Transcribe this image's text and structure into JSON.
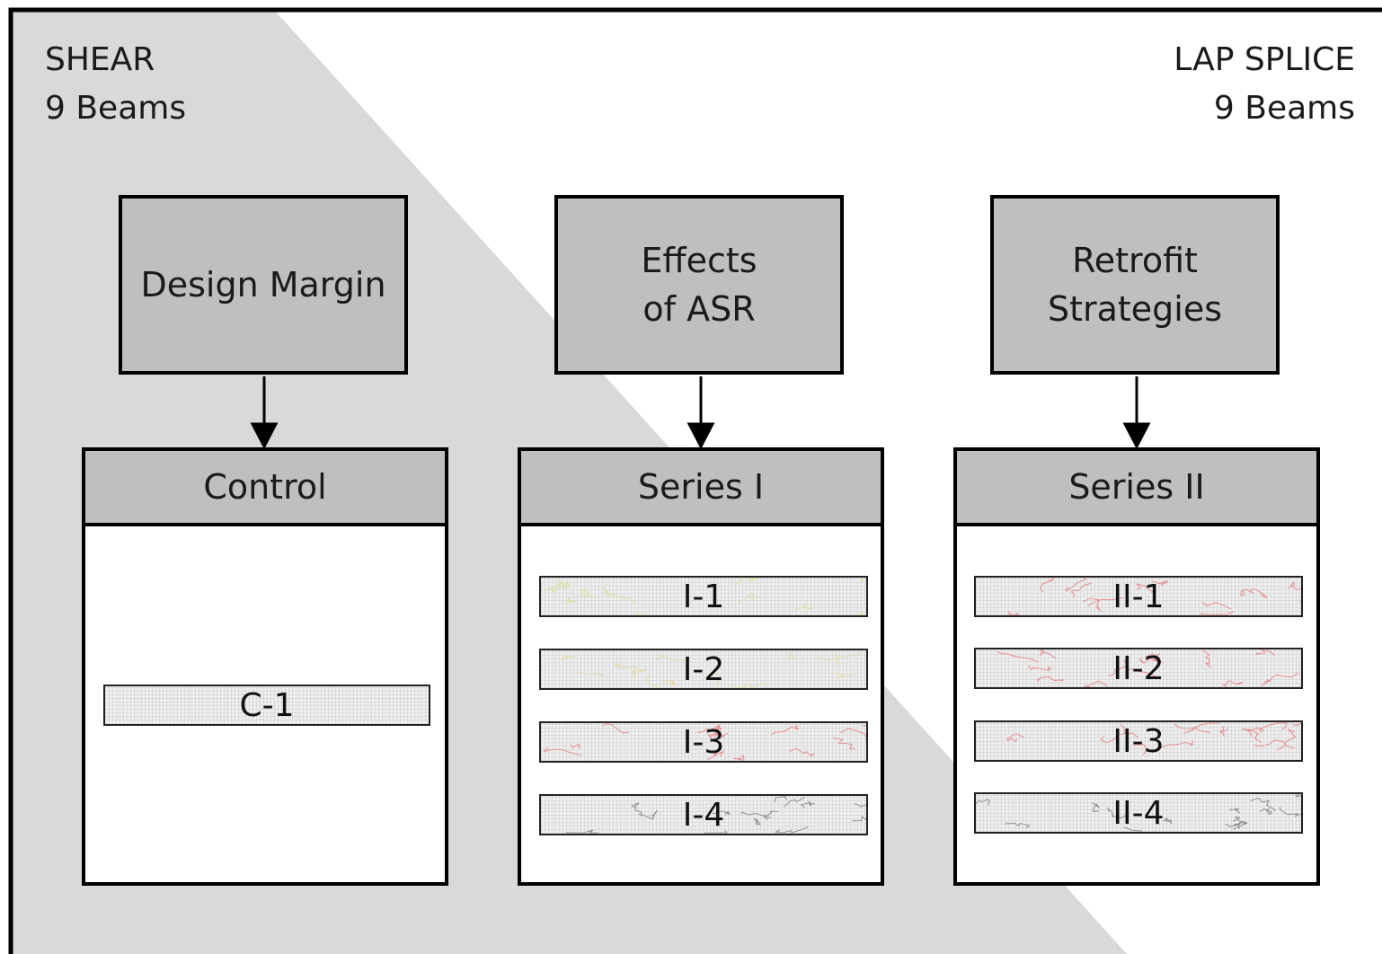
{
  "regions": {
    "shear": {
      "title": "SHEAR",
      "count": "9 Beams"
    },
    "lap_splice": {
      "title": "LAP SPLICE",
      "count": "9 Beams"
    }
  },
  "categories": [
    {
      "heading_lines": [
        "Design Margin"
      ],
      "series_title": "Control",
      "beams": [
        {
          "label": "C-1",
          "crack_color": ""
        }
      ]
    },
    {
      "heading_lines": [
        "Effects",
        "of ASR"
      ],
      "series_title": "Series I",
      "beams": [
        {
          "label": "I-1",
          "crack_color": "#d8df9a"
        },
        {
          "label": "I-2",
          "crack_color": "#e3d9a6"
        },
        {
          "label": "I-3",
          "crack_color": "#e58a8a"
        },
        {
          "label": "I-4",
          "crack_color": "#8a8a8a"
        }
      ]
    },
    {
      "heading_lines": [
        "Retrofit",
        "Strategies"
      ],
      "series_title": "Series II",
      "beams": [
        {
          "label": "II-1",
          "crack_color": "#e58a8a"
        },
        {
          "label": "II-2",
          "crack_color": "#e58a8a"
        },
        {
          "label": "II-3",
          "crack_color": "#e58a8a"
        },
        {
          "label": "II-4",
          "crack_color": "#8a8a8a"
        }
      ]
    }
  ],
  "colors": {
    "background": "#ffffff",
    "shear_region": "#d9d9d9",
    "box_fill": "#bfbfbf",
    "border": "#000000"
  }
}
